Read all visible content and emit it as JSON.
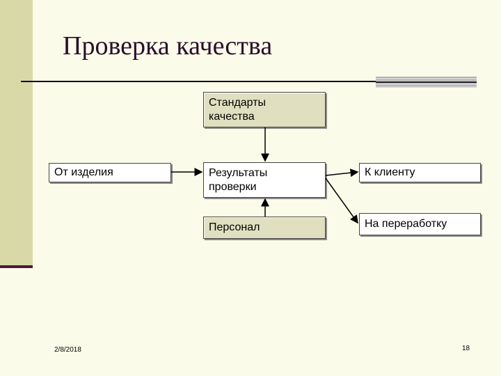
{
  "slide": {
    "title": "Проверка качества",
    "date": "2/8/2018",
    "page_number": "18"
  },
  "diagram": {
    "nodes": {
      "standards": "Стандарты\nкачества",
      "from_product": "От изделия",
      "results": "Результаты\nпроверки",
      "personnel": "Персонал",
      "to_client": "К клиенту",
      "to_rework": "На переработку"
    }
  },
  "colors": {
    "background": "#fbfbe9",
    "sidebar": "#d9d9a8",
    "box_fill": "#e0dfc0",
    "title_text": "#2a0d2a"
  }
}
